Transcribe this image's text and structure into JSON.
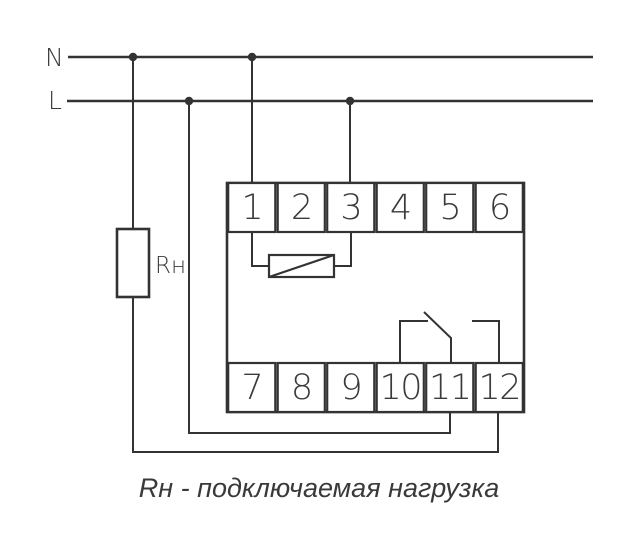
{
  "power_lines": {
    "neutral_label": "N",
    "line_label": "L"
  },
  "load": {
    "label": "Rн"
  },
  "device": {
    "top_terminals": [
      "1",
      "2",
      "3",
      "4",
      "5",
      "6"
    ],
    "bottom_terminals": [
      "7",
      "8",
      "9",
      "10",
      "11",
      "12"
    ]
  },
  "caption": {
    "text": "Rн - подключаемая нагрузка"
  },
  "colors": {
    "line": "#333333",
    "text": "#3a3a3a",
    "background": "#ffffff"
  }
}
